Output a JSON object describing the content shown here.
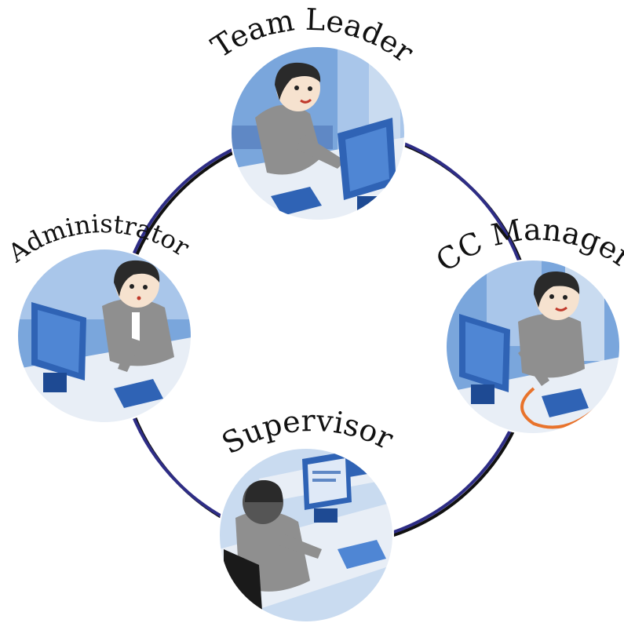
{
  "diagram": {
    "ring_color": "#2e2d86",
    "ring_shadow_color": "#111111",
    "roles": [
      {
        "id": "team-leader",
        "label": "Team Leader",
        "illustration": "team-leader-at-desk-icon"
      },
      {
        "id": "cc-manager",
        "label": "CC Manager",
        "illustration": "cc-manager-at-desk-icon"
      },
      {
        "id": "supervisor",
        "label": "Supervisor",
        "illustration": "supervisor-at-desk-icon"
      },
      {
        "id": "administrator",
        "label": "Administrator",
        "illustration": "administrator-at-desk-icon"
      }
    ],
    "palette": {
      "bg_blue": "#7aa6dc",
      "bg_light": "#c9dbf0",
      "monitor_blue": "#2f63b5",
      "monitor_dark": "#1e4a93",
      "desk": "#e8eef6",
      "suit_gray": "#8f8f8f",
      "hair": "#2a2a2a",
      "skin": "#f6e2cf",
      "cable_orange": "#e8732c"
    }
  }
}
